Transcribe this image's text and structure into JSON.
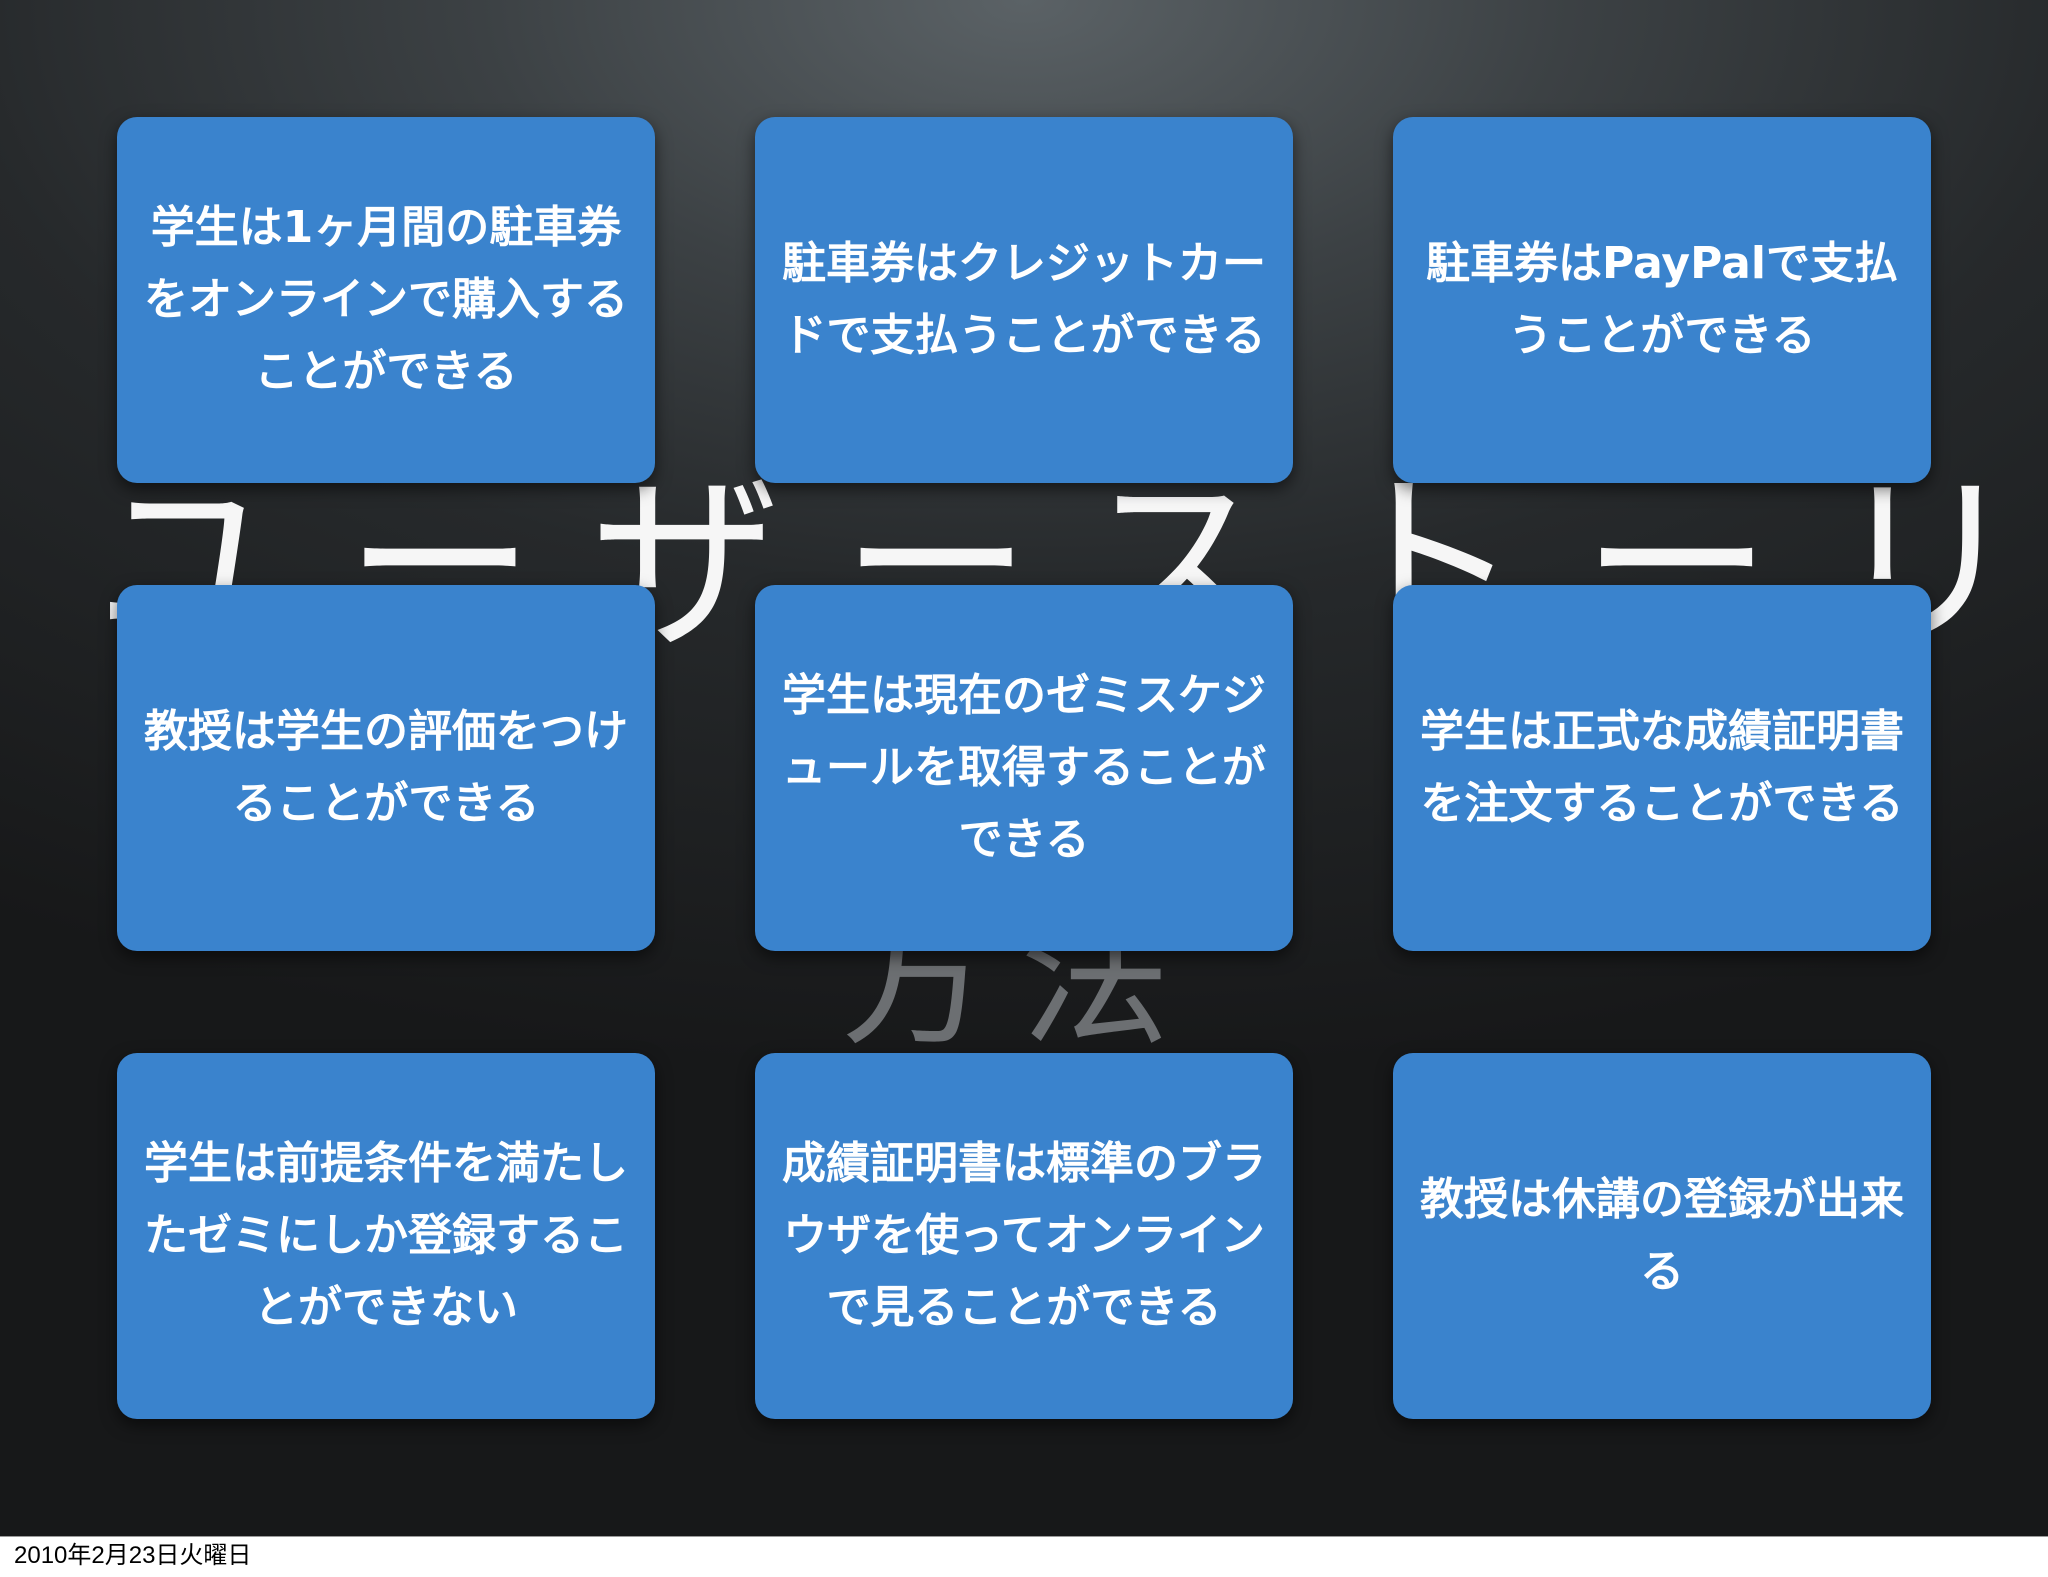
{
  "background": {
    "title": "ユーザーストーリーの",
    "subtitle": "方法"
  },
  "cards": [
    "学生は1ヶ月間の駐車券をオンラインで購入することができる",
    "駐車券はクレジットカードで支払うことができる",
    "駐車券はPayPalで支払うことができる",
    "教授は学生の評価をつけることができる",
    "学生は現在のゼミスケジュールを取得することができる",
    "学生は正式な成績証明書を注文することができる",
    "学生は前提条件を満たしたゼミにしか登録することができない",
    "成績証明書は標準のブラウザを使ってオンラインで見ることができる",
    "教授は休講の登録が出来る"
  ],
  "colors": {
    "card": "#3a83cd",
    "card_text": "#ffffff",
    "background_dark": "#171819"
  },
  "footer": {
    "date": "2010年2月23日火曜日"
  }
}
